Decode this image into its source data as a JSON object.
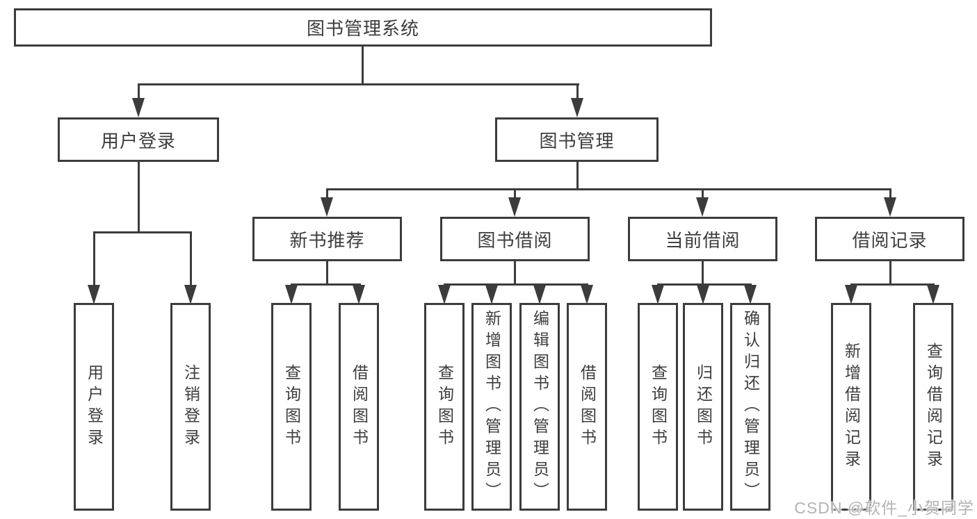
{
  "diagram": {
    "root": "图书管理系统",
    "branches": [
      {
        "label": "用户登录",
        "leaves": [
          "用户登录",
          "注销登录"
        ]
      },
      {
        "label": "图书管理",
        "groups": [
          {
            "label": "新书推荐",
            "leaves": [
              "查询图书",
              "借阅图书"
            ]
          },
          {
            "label": "图书借阅",
            "leaves": [
              "查询图书",
              "新增图书（管理员）",
              "编辑图书（管理员）",
              "借阅图书"
            ]
          },
          {
            "label": "当前借阅",
            "leaves": [
              "查询图书",
              "归还图书",
              "确认归还（管理员）"
            ]
          },
          {
            "label": "借阅记录",
            "leaves": [
              "新增借阅记录",
              "查询借阅记录"
            ]
          }
        ]
      }
    ]
  },
  "watermark": "CSDN @软件_小贺同学",
  "colors": {
    "line": "#3c3c3c",
    "text": "#3d3d3d",
    "watermark": "#b3b3b3",
    "background": "#ffffff"
  }
}
